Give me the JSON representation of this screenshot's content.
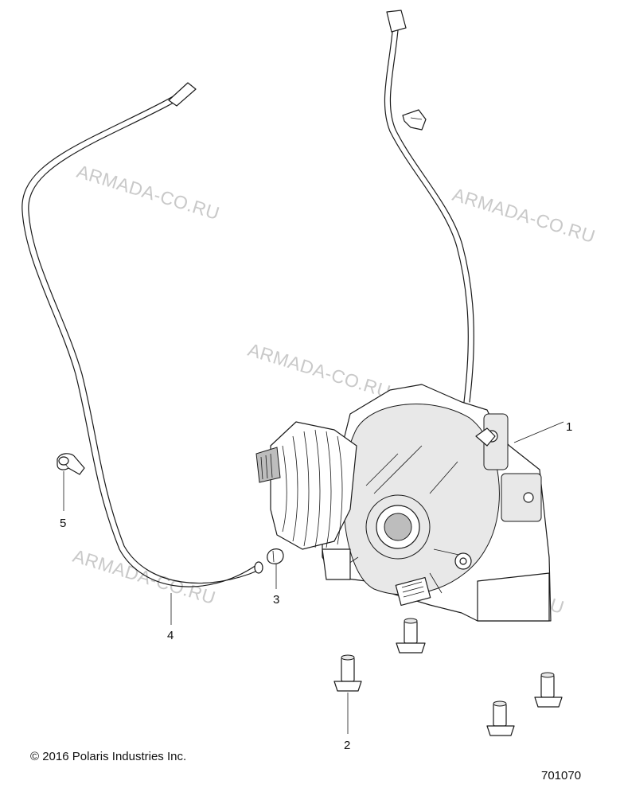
{
  "watermarks": [
    "ARMADA-CO.RU",
    "ARMADA-CO.RU",
    "ARMADA-CO.RU",
    "ARMADA-CO.RU",
    "ARMADA-CO.RU"
  ],
  "callouts": {
    "c1": "1",
    "c2": "2",
    "c3": "3",
    "c4": "4",
    "c5": "5"
  },
  "footer": {
    "copyright": "© 2016 Polaris Industries Inc.",
    "figure_number": "701070"
  }
}
